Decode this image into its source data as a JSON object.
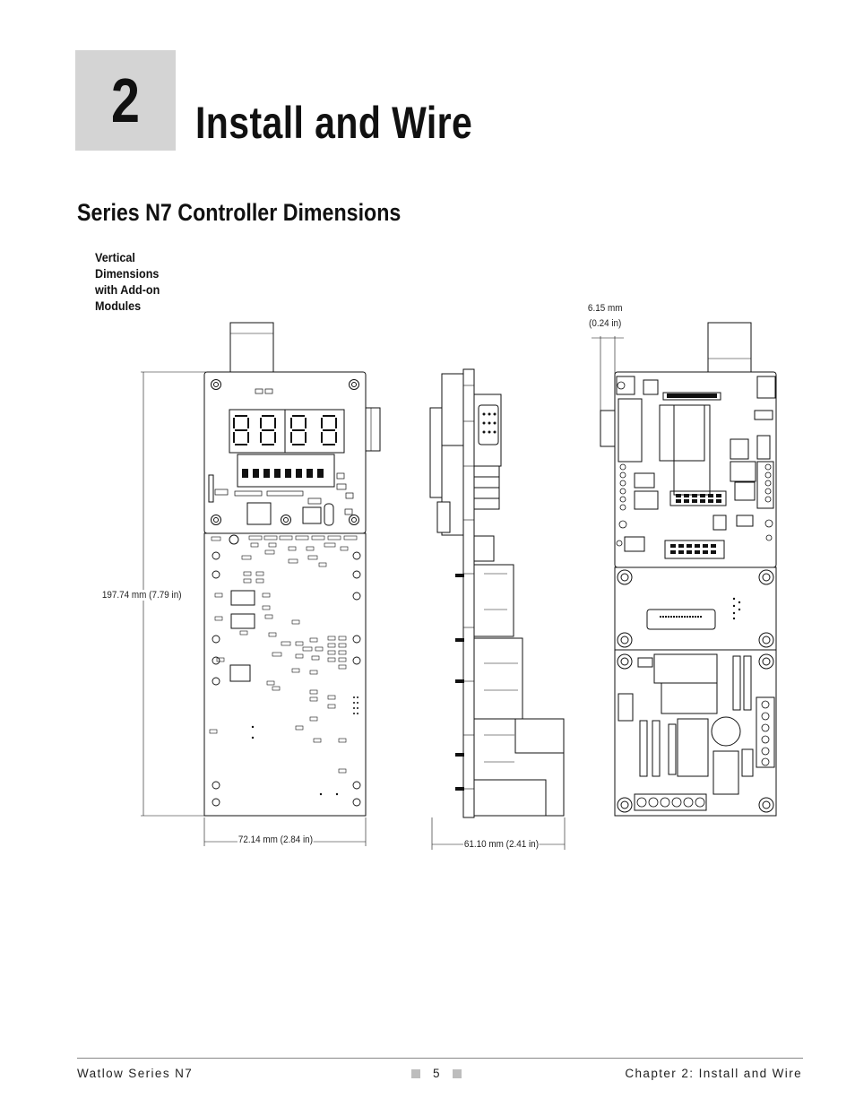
{
  "chapter": {
    "number": "2",
    "title": "Install and Wire"
  },
  "section": {
    "title": "Series N7 Controller Dimensions"
  },
  "figure": {
    "caption_lines": [
      "Vertical",
      "Dimensions",
      "with Add-on",
      "Modules"
    ],
    "height_label": "197.74 mm (7.79 in)",
    "front_width_label": "72.14 mm (2.84 in)",
    "side_width_label": "61.10 mm (2.41 in)",
    "offset_label_mm": "6.15 mm",
    "offset_label_in": "(0.24 in)"
  },
  "footer": {
    "left": "Watlow Series N7",
    "page": "5",
    "right": "Chapter 2: Install and Wire"
  }
}
